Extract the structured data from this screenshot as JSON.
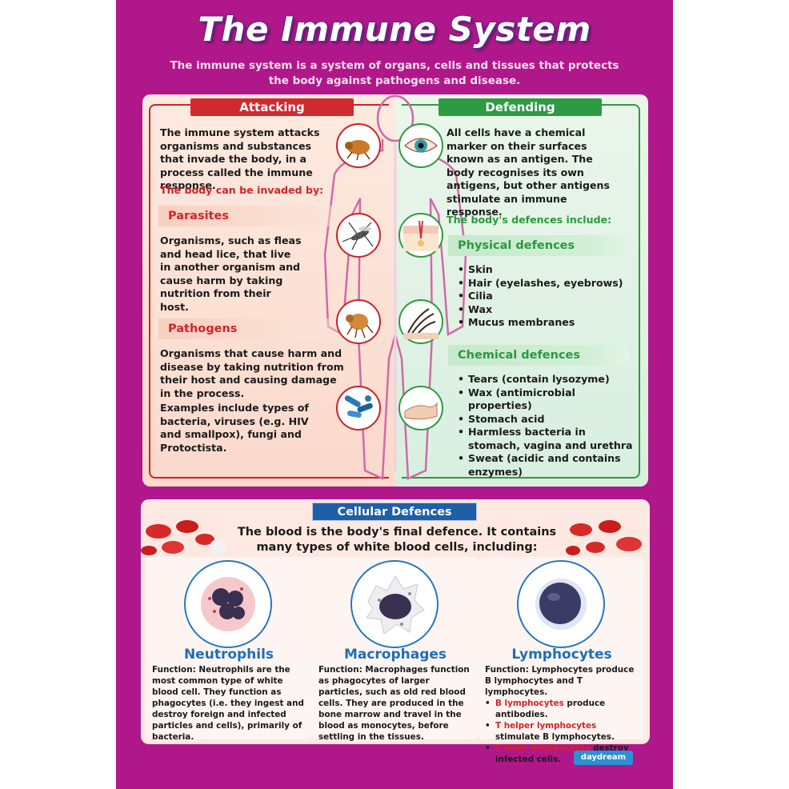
{
  "title": "The Immune System",
  "subtitle": "The immune system is a system of organs, cells and tissues that protects the body against pathogens and disease.",
  "attacking": {
    "header": "Attacking",
    "intro_1": "The immune system attacks organisms and substances that invade the body, in a process called the ",
    "intro_bold": "immune response",
    "intro_2": ".",
    "invaded_heading": "The body can be invaded by:",
    "parasites_heading": "Parasites",
    "parasites_text": "Organisms, such as fleas and head lice, that live in another organism and cause harm by taking nutrition from their host.",
    "pathogens_heading": "Pathogens",
    "pathogens_text": "Organisms that cause harm and disease by taking nutrition from their host and causing damage in the process.",
    "examples_text": "Examples include types of bacteria, viruses (e.g. HIV and smallpox), fungi and Protoctista."
  },
  "defending": {
    "header": "Defending",
    "intro_1": "All cells have a chemical marker on their surfaces known as an ",
    "intro_bold": "antigen",
    "intro_2": ". The body recognises its own antigens, but other antigens stimulate an immune response.",
    "defences_heading": "The body's defences include:",
    "physical_heading": "Physical defences",
    "physical_items": [
      "Skin",
      "Hair (eyelashes, eyebrows)",
      "Cilia",
      "Wax",
      "Mucus membranes"
    ],
    "chemical_heading": "Chemical defences",
    "chemical_items": [
      "Tears (contain lysozyme)",
      "Wax (antimicrobial properties)",
      "Stomach acid",
      "Harmless bacteria in stomach, vagina and urethra",
      "Sweat (acidic and contains enzymes)"
    ]
  },
  "cellular": {
    "header": "Cellular Defences",
    "intro": "The blood is the body's final defence. It contains many types of white blood cells, including:",
    "neutrophils": {
      "name": "Neutrophils",
      "function_label": "Function:",
      "function_text": " Neutrophils are the most common type of white blood cell. They function as phagocytes (i.e. they ingest and destroy foreign and infected particles and cells), primarily of bacteria."
    },
    "macrophages": {
      "name": "Macrophages",
      "function_label": "Function:",
      "function_text": " Macrophages function as phagocytes of larger particles, such as old red blood cells. They are produced in the bone marrow and travel in the blood as monocytes, before settling in the tissues."
    },
    "lymphocytes": {
      "name": "Lymphocytes",
      "function_label": "Function:",
      "function_text": " Lymphocytes produce B lymphocytes and T lymphocytes.",
      "b_term": "B lymphocytes",
      "b_text": " produce antibodies.",
      "th_term": "T helper lymphocytes",
      "th_text": " stimulate B lymphocytes.",
      "tk_term": "T killer lymphocytes",
      "tk_text": " destroy infected cells."
    }
  },
  "logo_text": "daydream",
  "colors": {
    "background": "#b0178a",
    "attacking": "#d02a2f",
    "defending": "#2e9a44",
    "cellular": "#1f5fa8",
    "cell_name": "#1f6fb5"
  },
  "icons": [
    "flea-icon",
    "mosquito-icon",
    "louse-icon",
    "bacteria-icon",
    "eye-icon",
    "skin-section-icon",
    "hair-icon",
    "skin-layer-icon",
    "red-blood-cell-icon"
  ]
}
